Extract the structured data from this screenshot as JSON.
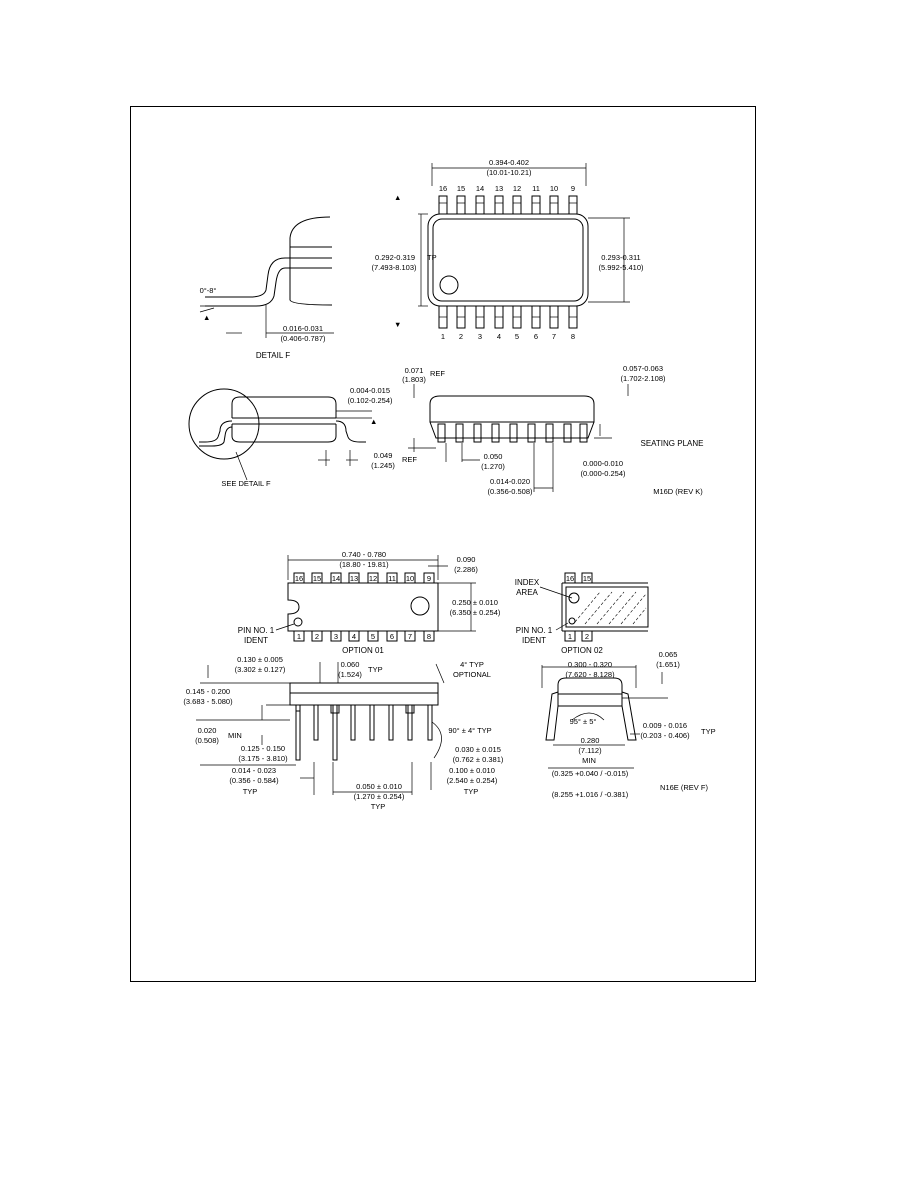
{
  "soic": {
    "width_top": "0.394-0.402",
    "width_top_mm": "(10.01-10.21)",
    "body_left": "0.292-0.319",
    "body_left_suffix": "TP",
    "body_left_mm": "(7.493-8.103)",
    "body_right": "0.293-0.311",
    "body_right_mm": "(5.992-5.410)",
    "top_pins": [
      "16",
      "15",
      "14",
      "13",
      "12",
      "11",
      "10",
      "9"
    ],
    "bottom_pins": [
      "1",
      "2",
      "3",
      "4",
      "5",
      "6",
      "7",
      "8"
    ],
    "angle": "0°-8°",
    "lead_len": "0.016-0.031",
    "lead_len_mm": "(0.406-0.787)",
    "detail_label": "DETAIL F",
    "lead_thick": "0.004-0.015",
    "lead_thick_mm": "(0.102-0.254)",
    "see_detail": "SEE DETAIL F",
    "pitch_ref": "0.049",
    "pitch_ref_mm": "(1.245)",
    "ref": "REF",
    "height_ref": "0.071",
    "height_ref_mm": "(1.803)",
    "height_total": "0.057-0.063",
    "height_total_mm": "(1.702-2.108)",
    "seating_plane": "SEATING PLANE",
    "pitch": "0.050",
    "pitch_mm": "(1.270)",
    "standoff": "0.000-0.010",
    "standoff_mm": "(0.000-0.254)",
    "lead_w": "0.014-0.020",
    "lead_w_mm": "(0.356-0.508)",
    "drawing_code": "M16D (REV K)"
  },
  "dip": {
    "length": "0.740 - 0.780",
    "length_mm": "(18.80 - 19.81)",
    "end_gap": "0.090",
    "end_gap_mm": "(2.286)",
    "width": "0.250 ± 0.010",
    "width_mm": "(6.350 ± 0.254)",
    "top_pins": [
      "16",
      "15",
      "14",
      "13",
      "12",
      "11",
      "10",
      "9"
    ],
    "bottom_pins": [
      "1",
      "2",
      "3",
      "4",
      "5",
      "6",
      "7",
      "8"
    ],
    "pin1_ident": "PIN NO. 1",
    "ident": "IDENT",
    "option_d1": "OPTION 01",
    "option_d2": "OPTION 02",
    "index_area_1": "INDEX",
    "index_area_2": "AREA",
    "opt2_pins": [
      "16",
      "15",
      "1",
      "2"
    ],
    "body_h": "0.130 ± 0.005",
    "body_h_mm": "(3.302 ± 0.127)",
    "shoulder": "0.060",
    "shoulder_mm": "(1.524)",
    "typ": "TYP",
    "taper": "4° TYP",
    "optional": "OPTIONAL",
    "seat_h": "0.145 - 0.200",
    "seat_h_mm": "(3.683 - 5.080)",
    "standoff": "0.020",
    "standoff_mm": "(0.508)",
    "min": "MIN",
    "lead_len": "0.125 - 0.150",
    "lead_len_mm": "(3.175 - 3.810)",
    "lead_angle": "90° ± 4° TYP",
    "lead_tip": "0.030 ± 0.015",
    "lead_tip_mm": "(0.762 ± 0.381)",
    "lead_w": "0.014 - 0.023",
    "lead_w_mm": "(0.356 - 0.584)",
    "pitch_tol": "0.050 ± 0.010",
    "pitch_tol_mm": "(1.270 ± 0.254)",
    "pitch": "0.100 ± 0.010",
    "pitch_mm": "(2.540 ± 0.254)",
    "row_spacing": "0.300 - 0.320",
    "row_spacing_mm": "(7.620 - 8.128)",
    "flange": "0.065",
    "flange_mm": "(1.651)",
    "end_angle": "95° ± 5°",
    "thick": "0.009 - 0.016",
    "thick_mm": "(0.203 - 0.406)",
    "body_w": "0.280",
    "body_w_mm": "(7.112)",
    "spread_min": "MIN",
    "spread": "(0.325 +0.040 / -0.015)",
    "spread_mm": "(8.255 +1.016 / -0.381)",
    "drawing_code": "N16E (REV F)"
  }
}
